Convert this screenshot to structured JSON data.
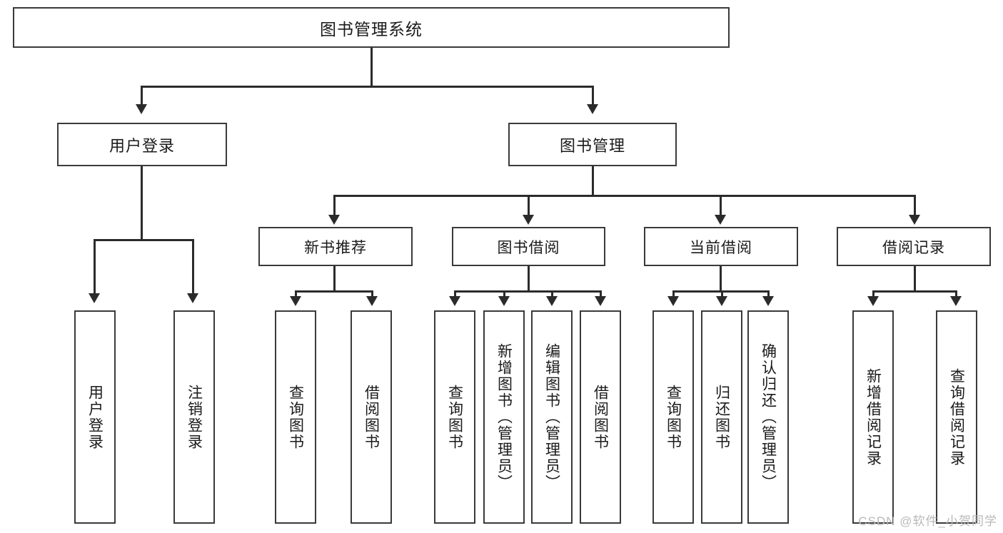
{
  "diagram": {
    "title": "图书管理系统",
    "type": "tree",
    "root": {
      "label": "图书管理系统"
    },
    "level2": [
      {
        "label": "用户登录"
      },
      {
        "label": "图书管理"
      }
    ],
    "level3": [
      {
        "label": "新书推荐"
      },
      {
        "label": "图书借阅"
      },
      {
        "label": "当前借阅"
      },
      {
        "label": "借阅记录"
      }
    ],
    "leaves": {
      "user_login": [
        {
          "label": "用户登录"
        },
        {
          "label": "注销登录"
        }
      ],
      "new_book_recommend": [
        {
          "label": "查询图书"
        },
        {
          "label": "借阅图书"
        }
      ],
      "book_borrow": [
        {
          "label": "查询图书"
        },
        {
          "label": "新增图书（管理员）"
        },
        {
          "label": "编辑图书（管理员）"
        },
        {
          "label": "借阅图书"
        }
      ],
      "current_borrow": [
        {
          "label": "查询图书"
        },
        {
          "label": "归还图书"
        },
        {
          "label": "确认归还（管理员）"
        }
      ],
      "borrow_record": [
        {
          "label": "新增借阅记录"
        },
        {
          "label": "查询借阅记录"
        }
      ]
    }
  },
  "watermark": {
    "text": "CSDN @软件_小贺同学"
  },
  "colors": {
    "box_border": "#3a3a3a",
    "connector": "#2b2b2b",
    "background": "#ffffff",
    "text": "#1a1a1a",
    "watermark": "#b9b9b9"
  }
}
